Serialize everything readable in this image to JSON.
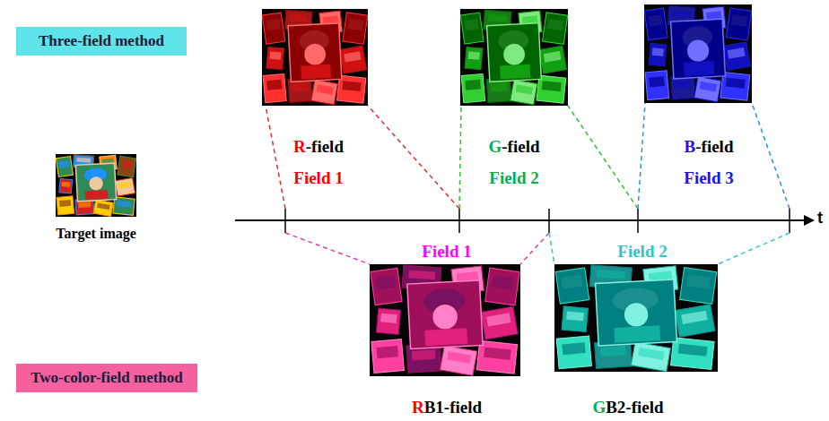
{
  "diagram": {
    "nodes": [
      {
        "text": [
          "Three-field method"
        ]
      },
      {
        "text": [
          "R-field",
          "Field 1"
        ]
      },
      {
        "text": [
          "G-field",
          "Field 2"
        ]
      },
      {
        "text": [
          "B-field",
          "Field 3"
        ]
      },
      {
        "text": [
          "Target image"
        ]
      },
      {
        "text": [
          "Field 1",
          "RB1-field"
        ]
      },
      {
        "text": [
          "Field 2",
          "GB2-field"
        ]
      },
      {
        "text": [
          "Two-color-field method"
        ]
      }
    ],
    "labels": [
      "t"
    ]
  }
}
